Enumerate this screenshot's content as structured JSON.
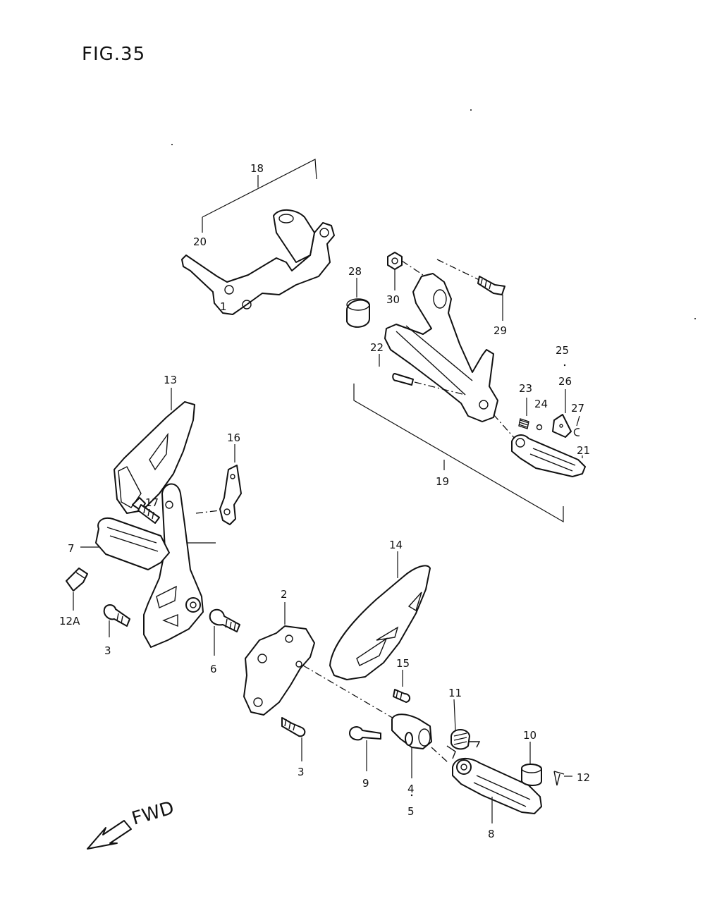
{
  "figure": {
    "title": "FIG.35"
  },
  "direction": {
    "label": "FWD"
  },
  "callouts": [
    "1",
    "2",
    "3",
    "3",
    "4",
    "5",
    "6",
    "7",
    "8",
    "9",
    "10",
    "11",
    "12",
    "12A",
    "13",
    "14",
    "15",
    "16",
    "17",
    "18",
    "19",
    "20",
    "21",
    "22",
    "23",
    "24",
    "25",
    "26",
    "27",
    "28",
    "29",
    "30"
  ]
}
